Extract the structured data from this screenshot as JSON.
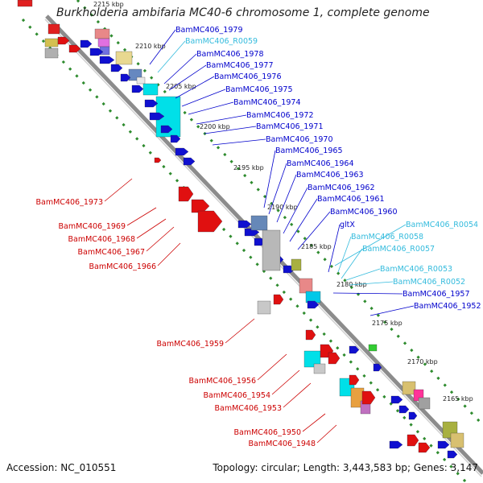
{
  "title": "Burkholderia ambifaria MC40-6 chromosome 1, complete genome",
  "footer": {
    "accession": "Accession: NC_010551",
    "summary": "Topology: circular; Length: 3,443,583 bp; Genes: 3,147"
  },
  "colors": {
    "backbone": "#8c8c8c",
    "tick": "#2e8b2e",
    "cds": "#1010d0",
    "rna": "#00c8e8",
    "reverse": "#e01010",
    "label_forward": "#0000cc",
    "label_rna": "#33bbdd",
    "label_reverse": "#cc0000"
  },
  "kbp_ticks": [
    "2215 kbp",
    "2210 kbp",
    "2205 kbp",
    "2200 kbp",
    "2195 kbp",
    "2190 kbp",
    "2185 kbp",
    "2180 kbp",
    "2175 kbp",
    "2170 kbp",
    "2165 kbp"
  ],
  "labels_right": [
    {
      "text": "BamMC406_1979",
      "type": "cds"
    },
    {
      "text": "BamMC406_R0059",
      "type": "rna"
    },
    {
      "text": "BamMC406_1978",
      "type": "cds"
    },
    {
      "text": "BamMC406_1977",
      "type": "cds"
    },
    {
      "text": "BamMC406_1976",
      "type": "cds"
    },
    {
      "text": "BamMC406_1975",
      "type": "cds"
    },
    {
      "text": "BamMC406_1974",
      "type": "cds"
    },
    {
      "text": "BamMC406_1972",
      "type": "cds"
    },
    {
      "text": "BamMC406_1971",
      "type": "cds"
    },
    {
      "text": "BamMC406_1970",
      "type": "cds"
    },
    {
      "text": "BamMC406_1965",
      "type": "cds"
    },
    {
      "text": "BamMC406_1964",
      "type": "cds"
    },
    {
      "text": "BamMC406_1963",
      "type": "cds"
    },
    {
      "text": "BamMC406_1962",
      "type": "cds"
    },
    {
      "text": "BamMC406_1961",
      "type": "cds"
    },
    {
      "text": "BamMC406_1960",
      "type": "cds"
    },
    {
      "text": "gltX",
      "type": "cds"
    },
    {
      "text": "BamMC406_R0054",
      "type": "rna"
    },
    {
      "text": "BamMC406_R0058",
      "type": "rna"
    },
    {
      "text": "BamMC406_R0057",
      "type": "rna"
    },
    {
      "text": "BamMC406_R0053",
      "type": "rna"
    },
    {
      "text": "BamMC406_R0052",
      "type": "rna"
    },
    {
      "text": "BamMC406_1957",
      "type": "cds"
    },
    {
      "text": "BamMC406_1952",
      "type": "cds"
    }
  ],
  "labels_left": [
    {
      "text": "BamMC406_1973"
    },
    {
      "text": "BamMC406_1969"
    },
    {
      "text": "BamMC406_1968"
    },
    {
      "text": "BamMC406_1967"
    },
    {
      "text": "BamMC406_1966"
    },
    {
      "text": "BamMC406_1959"
    },
    {
      "text": "BamMC406_1956"
    },
    {
      "text": "BamMC406_1954"
    },
    {
      "text": "BamMC406_1953"
    },
    {
      "text": "BamMC406_1950"
    },
    {
      "text": "BamMC406_1948"
    }
  ]
}
